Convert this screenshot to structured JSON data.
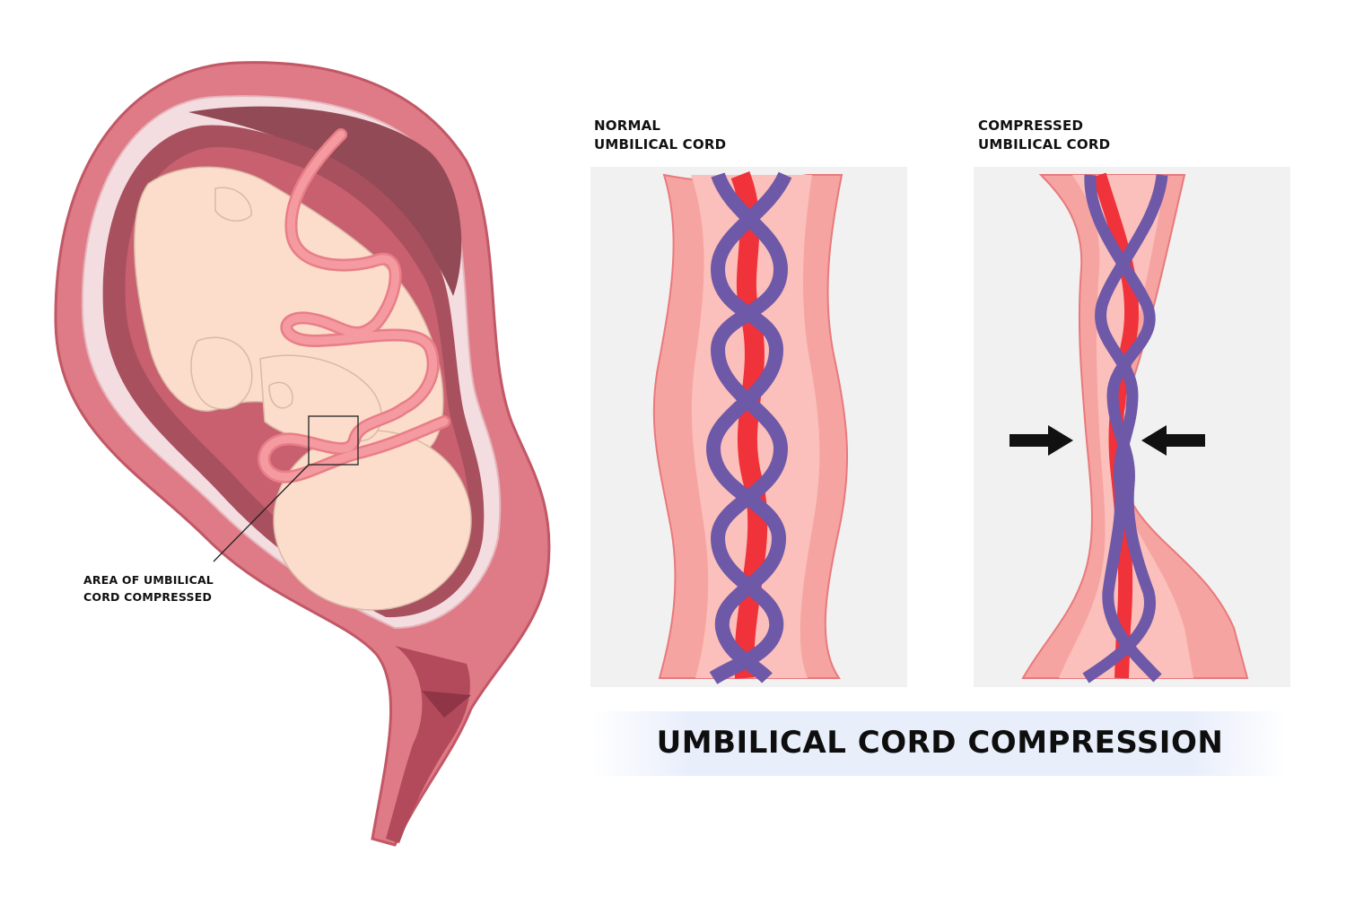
{
  "title": "UMBILICAL CORD COMPRESSION",
  "panels": {
    "normal": {
      "line1": "NORMAL",
      "line2": "UMBILICAL CORD"
    },
    "compressed": {
      "line1": "COMPRESSED",
      "line2": "UMBILICAL CORD"
    }
  },
  "callout": {
    "line1": "AREA OF UMBILICAL",
    "line2": "CORD COMPRESSED"
  },
  "colors": {
    "uterus": "#df7b86",
    "uterus_dark": "#c25766",
    "cavity": "#a8505e",
    "amniotic": "#924a56",
    "fetus": "#fcdccb",
    "fetus_outline": "#d9b9a6",
    "cord": "#f49aa0",
    "cord_outer": "#f5a4a2",
    "cord_inner": "#fbc0bb",
    "artery_red": "#f0323a",
    "vein_purple": "#6e58a8",
    "panel_bg": "#f1f1f1",
    "arrow": "#111111"
  },
  "icons": [
    "uterus-illustration",
    "fetus-illustration",
    "cord-cross-section",
    "compression-arrow-left",
    "compression-arrow-right"
  ]
}
